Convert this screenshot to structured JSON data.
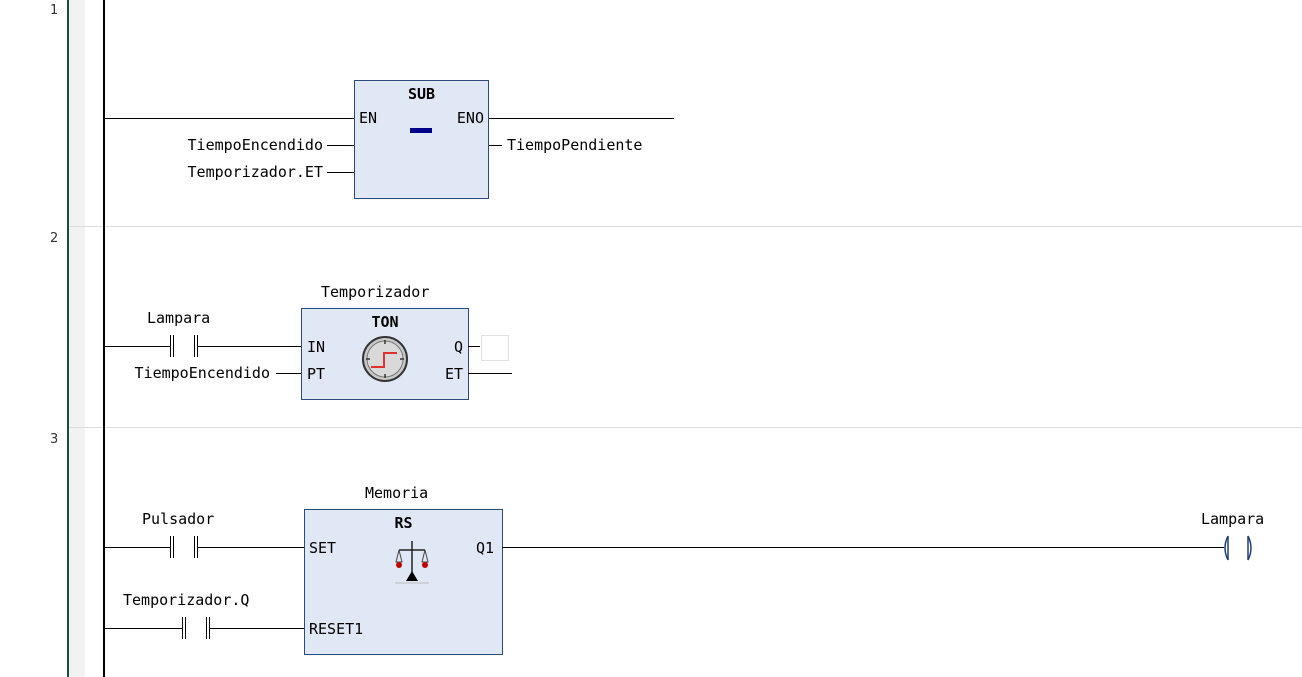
{
  "networks": [
    {
      "number": "1"
    },
    {
      "number": "2"
    },
    {
      "number": "3"
    }
  ],
  "net1": {
    "block_type": "SUB",
    "pin_en": "EN",
    "pin_eno": "ENO",
    "in1": "TiempoEncendido",
    "in2": "Temporizador.ET",
    "out": "TiempoPendiente"
  },
  "net2": {
    "instance": "Temporizador",
    "block_type": "TON",
    "contact": "Lampara",
    "pin_in": "IN",
    "pin_pt": "PT",
    "pin_q": "Q",
    "pin_et": "ET",
    "pt_var": "TiempoEncendido"
  },
  "net3": {
    "instance": "Memoria",
    "block_type": "RS",
    "contact_set": "Pulsador",
    "contact_reset": "Temporizador.Q",
    "pin_set": "SET",
    "pin_reset": "RESET1",
    "pin_q1": "Q1",
    "coil": "Lampara"
  },
  "colors": {
    "block_fill": "#e1e8f5",
    "block_border": "#2a4b7c",
    "gutter_line": "#1f4d3a"
  }
}
